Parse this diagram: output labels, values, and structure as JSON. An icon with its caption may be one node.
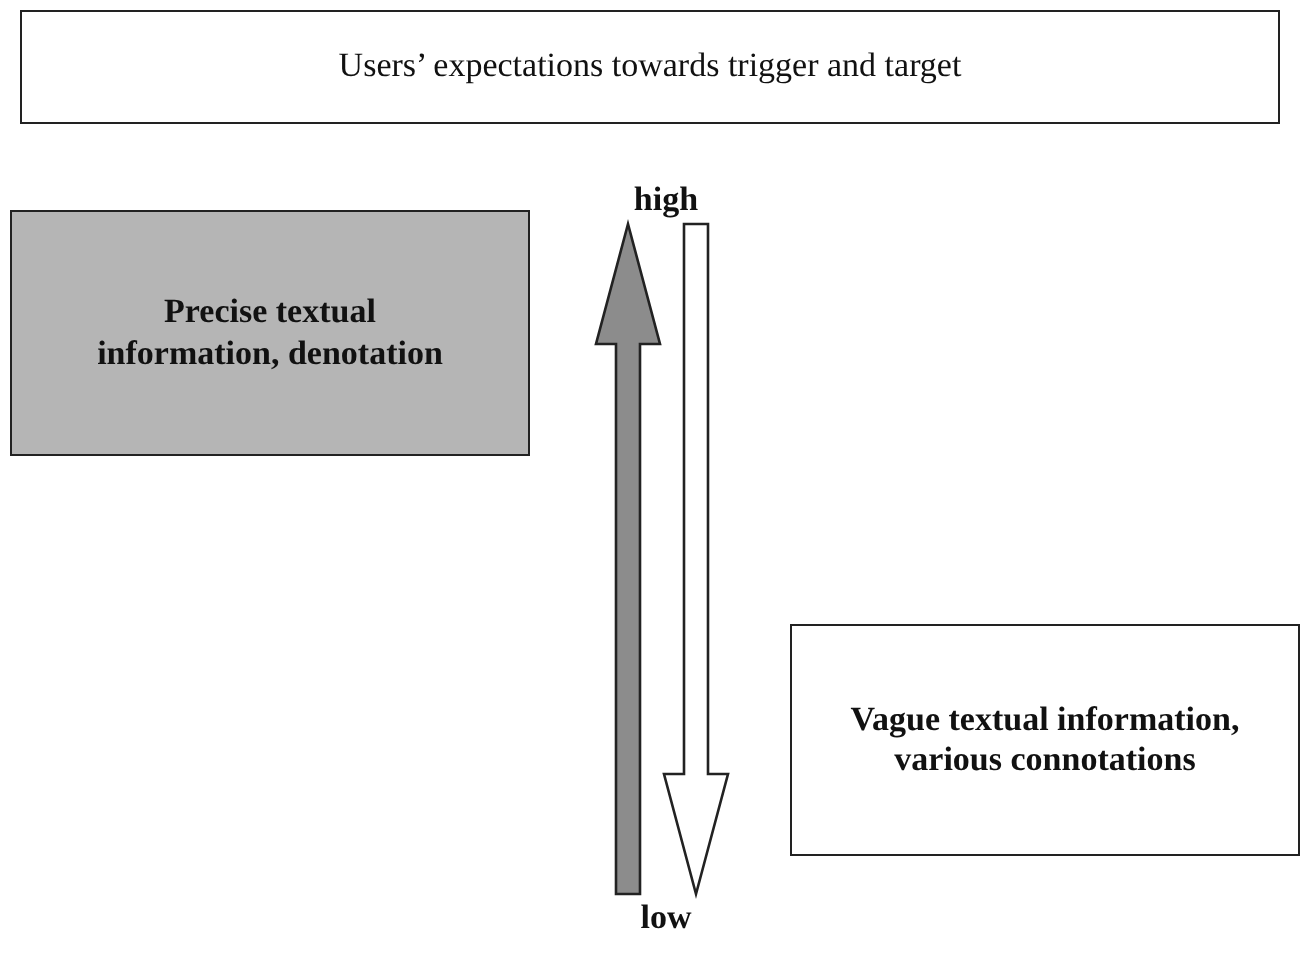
{
  "diagram": {
    "nodes": [
      {
        "text": [
          "Users’ expectations towards trigger and target"
        ]
      },
      {
        "text": [
          "Precise textual information, denotation"
        ]
      },
      {
        "text": [
          "Vague textual information, various connotations"
        ]
      },
      {
        "text": [
          "high"
        ]
      },
      {
        "text": [
          "low"
        ]
      }
    ],
    "edges": [
      {
        "from": 4,
        "to": 3,
        "arrow": "to",
        "color": "#8c8c8c"
      },
      {
        "from": 3,
        "to": 4,
        "arrow": "to",
        "color": "#ffffff"
      }
    ]
  }
}
